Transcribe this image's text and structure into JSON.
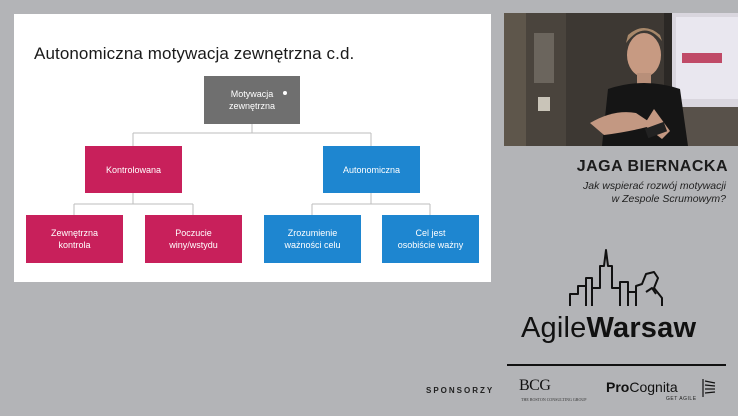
{
  "slide": {
    "title": "Autonomiczna motywacja zewnętrzna c.d.",
    "root": {
      "line1": "Motywacja",
      "line2": "zewnętrzna"
    },
    "level1": {
      "left": "Kontrolowana",
      "right": "Autonomiczna"
    },
    "level2": [
      {
        "line1": "Zewnętrzna",
        "line2": "kontrola"
      },
      {
        "line1": "Poczucie",
        "line2": "winy/wstydu"
      },
      {
        "line1": "Zrozumienie",
        "line2": "ważności celu"
      },
      {
        "line1": "Cel jest",
        "line2": "osobiście ważny"
      }
    ],
    "colors": {
      "root": "#6f6f6f",
      "controlled": "#c8205b",
      "autonomous": "#1e86d0"
    }
  },
  "speaker": {
    "name": "JAGA BIERNACKA",
    "talk_line1": "Jak wspierać rozwój motywacji",
    "talk_line2": "w Zespole Scrumowym?"
  },
  "logo": {
    "part1": "Agile",
    "part2": "Warsaw"
  },
  "sponsors": {
    "label": "SPONSORZY",
    "bcg": "BCG",
    "bcg_sub": "THE BOSTON CONSULTING GROUP",
    "pc_part1": "Pro",
    "pc_part2": "Cognita",
    "pc_sub": "GET AGILE"
  }
}
